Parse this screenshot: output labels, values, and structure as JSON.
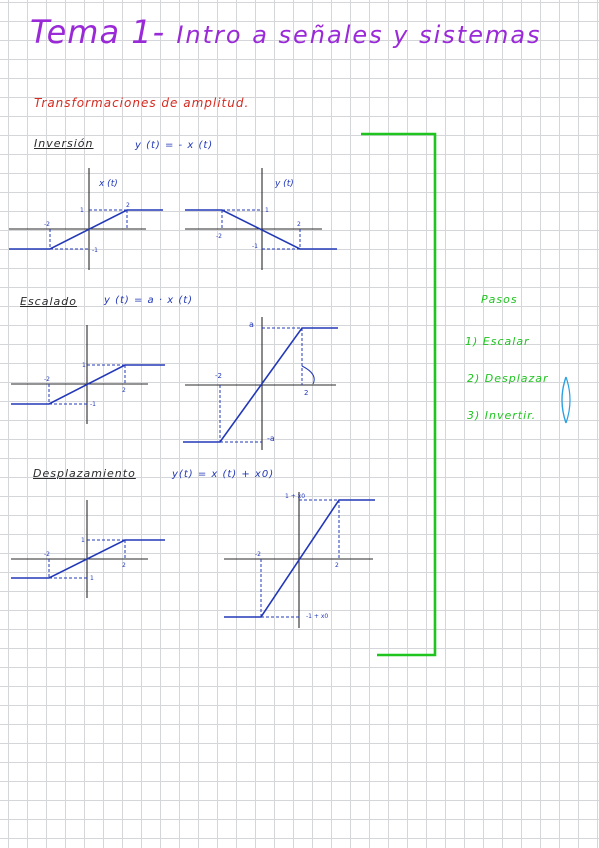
{
  "title": {
    "part1": "Tema 1-",
    "part2": "Intro a señales y sistemas",
    "color": "#9a2ad8"
  },
  "subtitle": {
    "text": "Transformaciones de amplitud.",
    "color": "#d62a20"
  },
  "ink": {
    "black": "#2a2a2a",
    "blue": "#2238b8",
    "green": "#1fc41f"
  },
  "sections": {
    "inversion": {
      "heading": "Inversión",
      "equation": "y (t) = - x (t)",
      "graph_left_label": "x (t)",
      "graph_right_label": "y (t)",
      "ticks_left": {
        "neg_x": "-2",
        "pos_x": "2",
        "pos_y": "1",
        "neg_y": "-1"
      },
      "ticks_right": {
        "neg_x": "-2",
        "pos_x": "2",
        "pos_y": "1",
        "neg_y": "-1"
      }
    },
    "escalado": {
      "heading": "Escalado",
      "equation": "y (t) = a · x (t)",
      "ticks_left": {
        "neg_x": "-2",
        "pos_x": "2",
        "pos_y": "1",
        "neg_y": "-1"
      },
      "ticks_right": {
        "neg_x": "-2",
        "pos_x": "2",
        "pos_y": "a",
        "neg_y": "-a"
      }
    },
    "desplazamiento": {
      "heading": "Desplazamiento",
      "equation": "y(t) = x (t) + x0)",
      "ticks_left": {
        "neg_x": "-2",
        "pos_x": "2",
        "pos_y": "1",
        "neg_y": "1"
      },
      "ticks_right": {
        "neg_x": "-2",
        "pos_x": "2",
        "pos_y": "1 + x0",
        "neg_y": "-1 + x0"
      }
    }
  },
  "steps": {
    "heading": "Pasos",
    "items": [
      "1) Escalar",
      "2) Desplazar",
      "3) Invertir."
    ]
  }
}
